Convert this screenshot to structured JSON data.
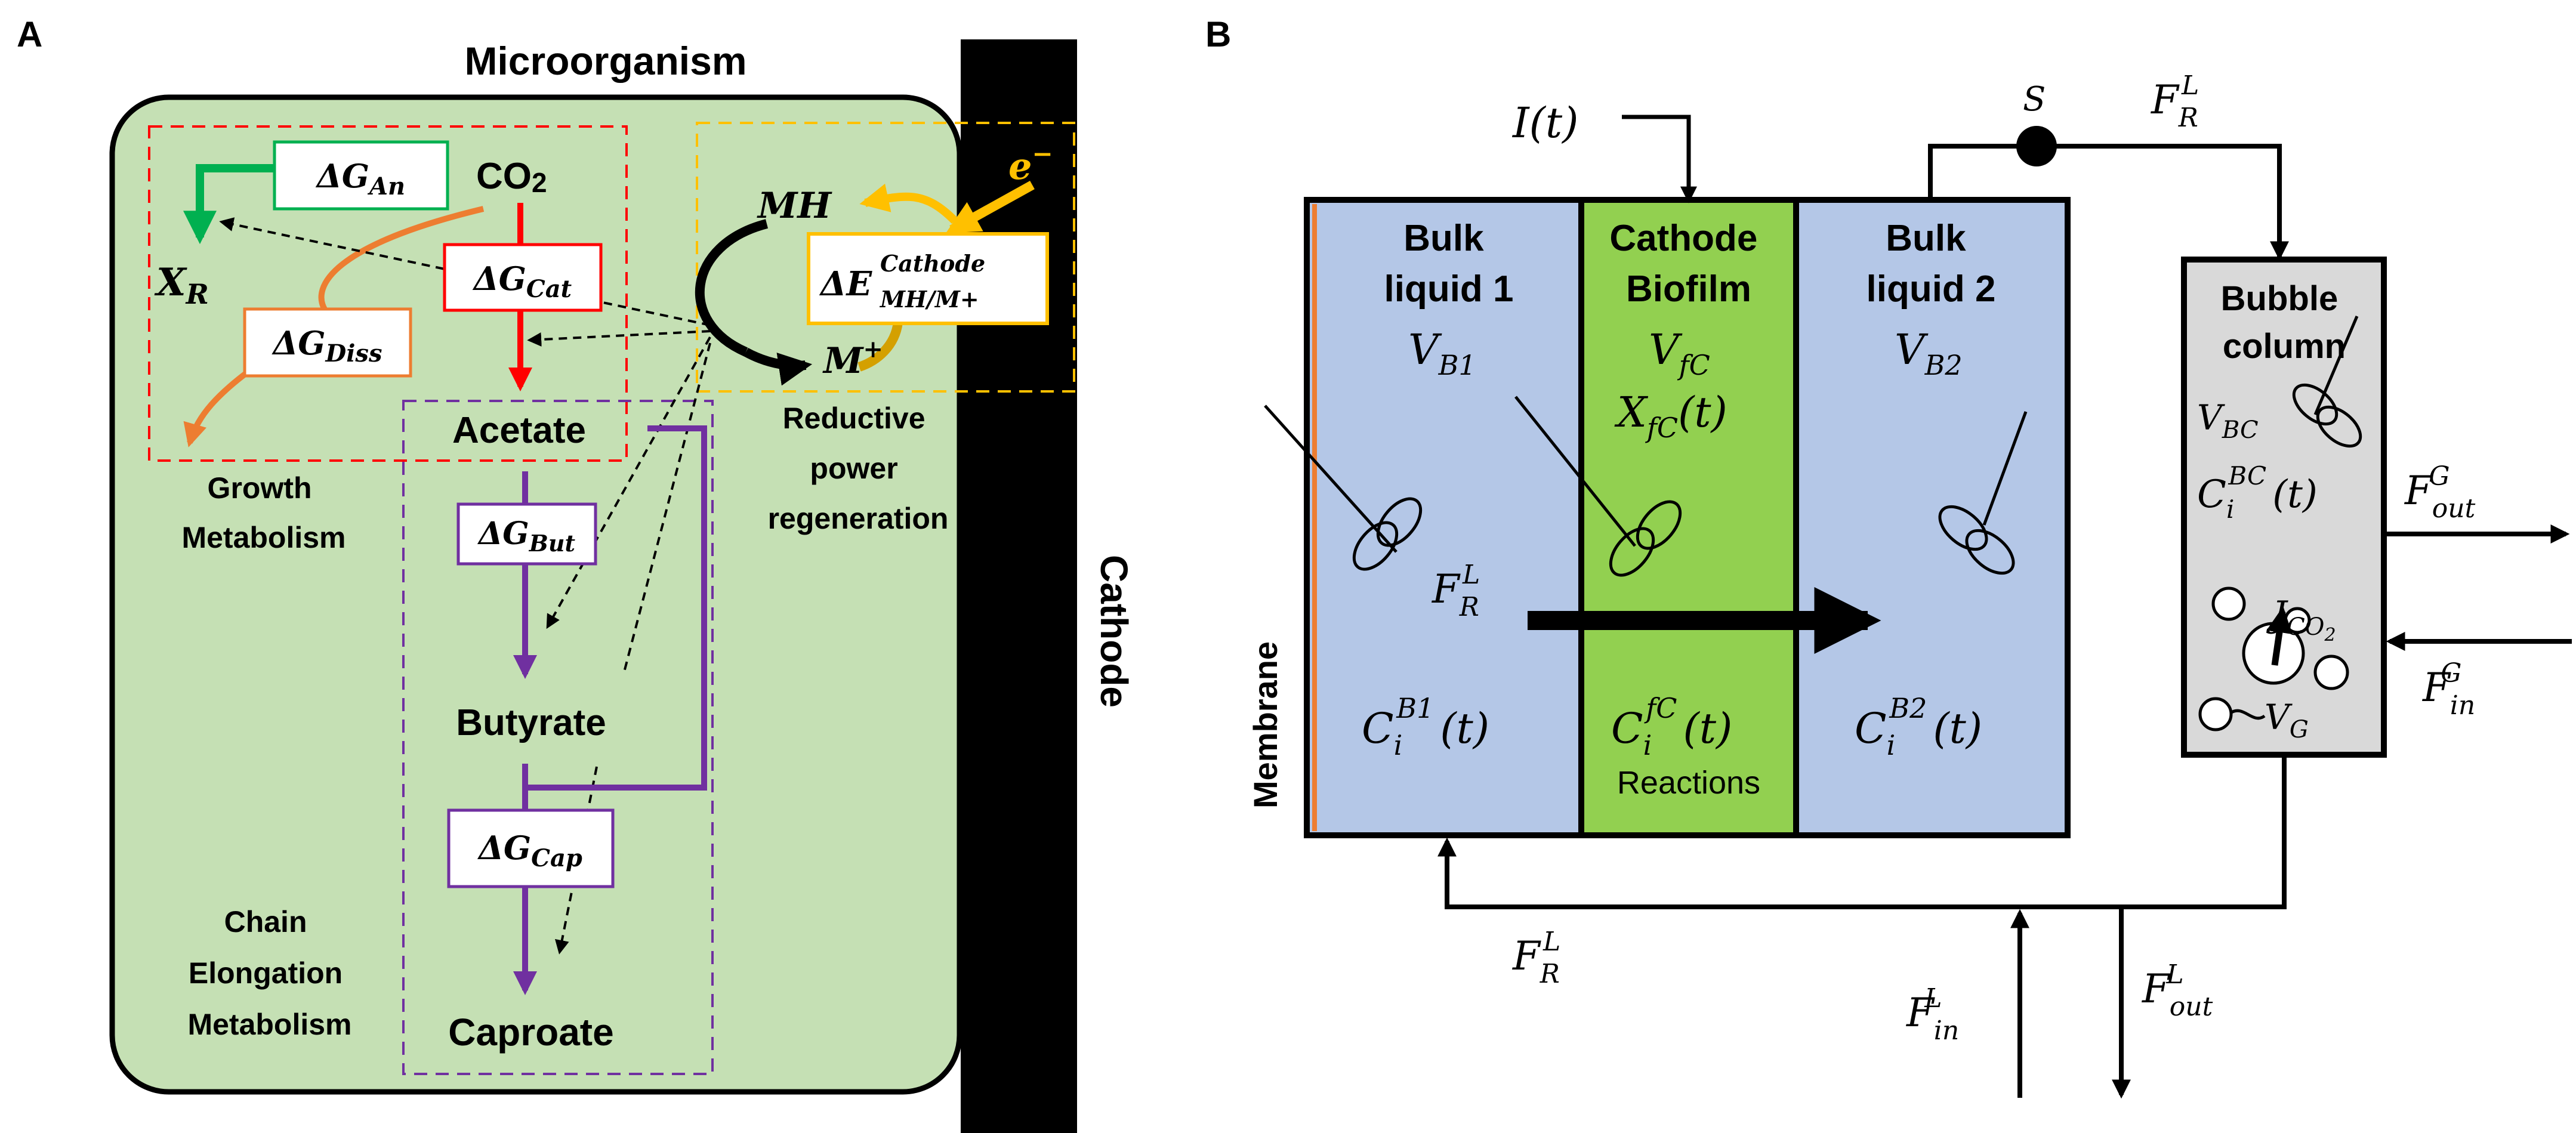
{
  "panel_a": {
    "panel_label": "A",
    "title": "Microorganism",
    "cathode_label": "Cathode",
    "co2": {
      "main": "CO",
      "sub": "2"
    },
    "xr": {
      "main": "X",
      "sub": "R"
    },
    "dg_an": {
      "prefix": "ΔG",
      "sub": "An"
    },
    "dg_cat": {
      "prefix": "ΔG",
      "sub": "Cat"
    },
    "dg_diss": {
      "prefix": "ΔG",
      "sub": "Diss"
    },
    "dg_but": {
      "prefix": "ΔG",
      "sub": "But"
    },
    "dg_cap": {
      "prefix": "ΔG",
      "sub": "Cap"
    },
    "de_cathode": {
      "prefix": "ΔE",
      "sup": "Cathode",
      "sub": "MH/M+"
    },
    "mh": "MH",
    "m_plus": {
      "main": "M",
      "sup": "+"
    },
    "electron": {
      "main": "e",
      "sup": "−"
    },
    "acetate": "Acetate",
    "butyrate": "Butyrate",
    "caproate": "Caproate",
    "growth_metabolism": [
      "Growth",
      "Metabolism"
    ],
    "reductive_power": [
      "Reductive",
      "power",
      "regeneration"
    ],
    "chain_elongation": [
      "Chain",
      "Elongation",
      "Metabolism"
    ]
  },
  "panel_b": {
    "panel_label": "B",
    "current_input": "I(t)",
    "switch_label": "S",
    "membrane_label": "Membrane",
    "bulk1": {
      "title": [
        "Bulk",
        "liquid 1"
      ],
      "volume": {
        "main": "V",
        "sub": "B1"
      },
      "conc": {
        "main": "C",
        "sub": "i",
        "sup": "B1",
        "arg": "(t)"
      }
    },
    "biofilm": {
      "title": [
        "Cathode",
        "Biofilm"
      ],
      "volume": {
        "main": "V",
        "sub": "fC"
      },
      "biomass": {
        "main": "X",
        "sub": "fC",
        "arg": "(t)"
      },
      "conc": {
        "main": "C",
        "sub": "i",
        "sup": "fC",
        "arg": "(t)"
      },
      "reactions": "Reactions"
    },
    "bulk2": {
      "title": [
        "Bulk",
        "liquid 2"
      ],
      "volume": {
        "main": "V",
        "sub": "B2"
      },
      "conc": {
        "main": "C",
        "sub": "i",
        "sup": "B2",
        "arg": "(t)"
      }
    },
    "bubble": {
      "title": [
        "Bubble",
        "column"
      ],
      "volume": {
        "main": "V",
        "sub": "BC"
      },
      "conc": {
        "main": "C",
        "sub": "i",
        "sup": "BC",
        "arg": "(t)"
      },
      "jco2": {
        "main": "J",
        "sub": "CO",
        "subsub": "2"
      },
      "vg": {
        "main": "V",
        "sub": "G"
      }
    },
    "fr_top": {
      "main": "F",
      "sub": "R",
      "sup": "L"
    },
    "fr_mid": {
      "main": "F",
      "sub": "R",
      "sup": "L"
    },
    "fr_bottom": {
      "main": "F",
      "sub": "R",
      "sup": "L"
    },
    "f_out_g": {
      "main": "F",
      "sub": "out",
      "sup": "G"
    },
    "f_in_g": {
      "main": "F",
      "sub": "in",
      "sup": "G"
    },
    "f_in_l": {
      "main": "F",
      "sub": "in",
      "sup": "L"
    },
    "f_out_l": {
      "main": "F",
      "sub": "out",
      "sup": "L"
    }
  },
  "colors": {
    "cell_fill": "#c5e0b4",
    "cathode": "#000000",
    "bulk": "#b4c7e7",
    "biofilm": "#92d050",
    "bubble": "#d9d9d9",
    "membrane": "#ed7d31",
    "growth": "#00b050",
    "catabolic": "#ff0000",
    "dissipation": "#ed7d31",
    "chain": "#7030a0",
    "electron": "#ffc000",
    "redox_box": "#ffc000"
  }
}
